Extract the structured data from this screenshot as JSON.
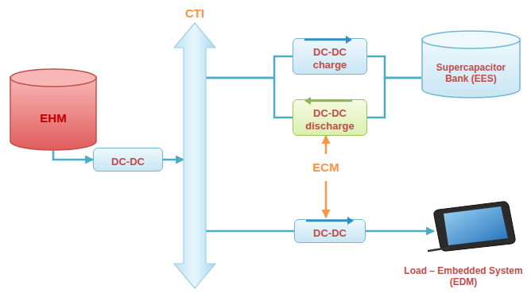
{
  "diagram": {
    "nodes": [
      {
        "text": [
          "CTI"
        ]
      },
      {
        "text": [
          "EHM"
        ]
      },
      {
        "text": [
          "DC-DC"
        ]
      },
      {
        "text": [
          "DC-DC charge"
        ]
      },
      {
        "text": [
          "DC-DC discharge"
        ]
      },
      {
        "text": [
          "Supercapacitor Bank (EES)"
        ]
      },
      {
        "text": [
          "ECM"
        ]
      },
      {
        "text": [
          "DC-DC"
        ]
      },
      {
        "text": [
          "Load – Embedded System (EDM)"
        ]
      }
    ],
    "edges": [
      {
        "from": 1,
        "to": 2,
        "arrow": "to"
      },
      {
        "from": 2,
        "to": 0,
        "arrow": "to"
      },
      {
        "from": 0,
        "to": 3,
        "arrow": "none"
      },
      {
        "from": 3,
        "to": 5,
        "arrow": "none"
      },
      {
        "from": 5,
        "to": 4,
        "arrow": "none"
      },
      {
        "from": 4,
        "to": 0,
        "arrow": "none"
      },
      {
        "from": 0,
        "to": 7,
        "arrow": "none"
      },
      {
        "from": 7,
        "to": 8,
        "arrow": "to"
      },
      {
        "from": 6,
        "to": 4,
        "arrow": "to"
      },
      {
        "from": 6,
        "to": 7,
        "arrow": "to"
      }
    ]
  }
}
